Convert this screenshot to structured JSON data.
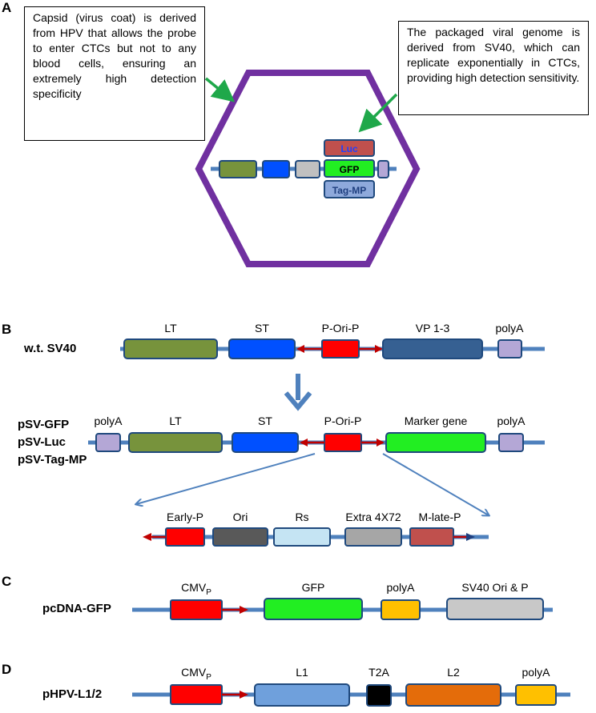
{
  "panels": {
    "A": {
      "label": "A",
      "callout_left": "Capsid (virus coat) is derived from HPV that allows the probe to enter CTCs but not to any blood cells, ensuring an extremely high detection specificity",
      "callout_right": "The packaged viral genome is derived from SV40, which can replicate exponentially in CTCs, providing high detection sensitivity.",
      "hex_labels": {
        "luc": "Luc",
        "gfp": "GFP",
        "tag": "Tag-MP"
      }
    },
    "B": {
      "label": "B",
      "wt_name": "w.t. SV40",
      "wt_genes": {
        "lt": "LT",
        "st": "ST",
        "pori": "P-Ori-P",
        "vp": "VP 1-3",
        "polya": "polyA"
      },
      "psv_names": [
        "pSV-GFP",
        "pSV-Luc",
        "pSV-Tag-MP"
      ],
      "psv_genes": {
        "polya_left": "polyA",
        "lt": "LT",
        "st": "ST",
        "pori": "P-Ori-P",
        "marker": "Marker gene",
        "polya_right": "polyA"
      },
      "detail_genes": {
        "early": "Early-P",
        "ori": "Ori",
        "rs": "Rs",
        "extra": "Extra 4X72",
        "mlate": "M-late-P"
      }
    },
    "C": {
      "label": "C",
      "name": "pcDNA-GFP",
      "genes": {
        "cmv": "CMV",
        "cmv_sub": "P",
        "gfp": "GFP",
        "polya": "polyA",
        "sv40": "SV40 Ori & P"
      }
    },
    "D": {
      "label": "D",
      "name": "pHPV-L1/2",
      "genes": {
        "cmv": "CMV",
        "cmv_sub": "P",
        "l1": "L1",
        "t2a": "T2A",
        "l2": "L2",
        "polya": "polyA"
      }
    }
  }
}
